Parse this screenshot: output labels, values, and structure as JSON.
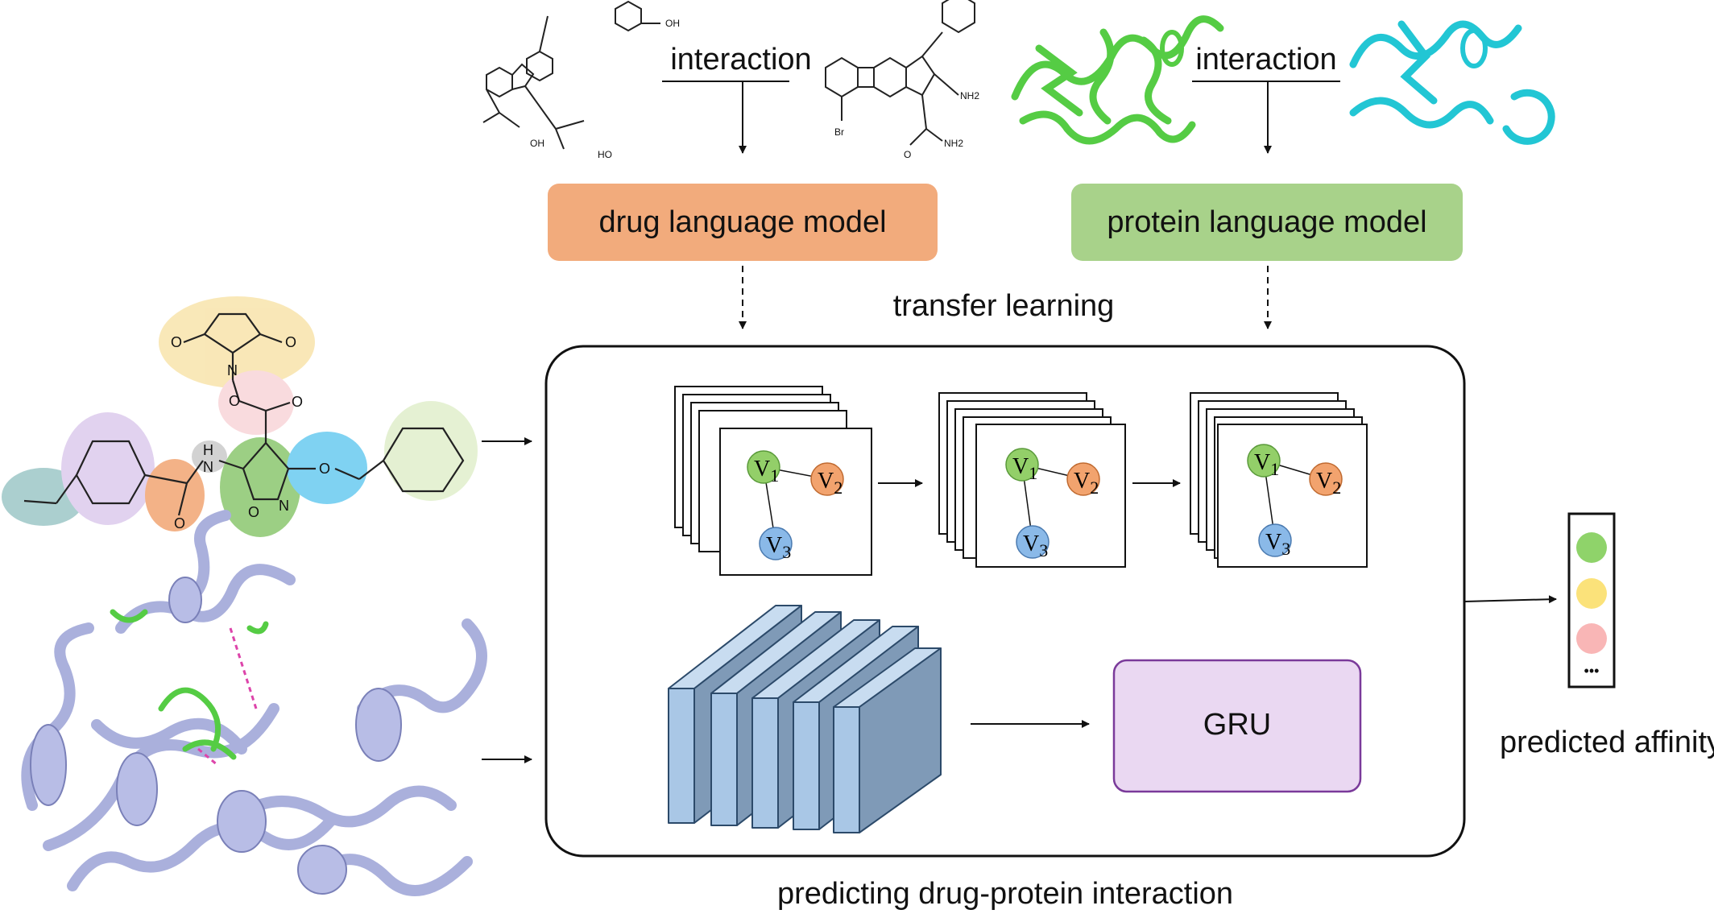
{
  "top": {
    "drug_interaction_label": "interaction",
    "protein_interaction_label": "interaction",
    "drug1_atoms": {
      "oh1": "OH",
      "oh2": "OH",
      "oh3": "HO"
    },
    "drug2_atoms": {
      "nh2a": "NH2",
      "nh2b": "NH2",
      "br": "Br",
      "o": "O"
    }
  },
  "models": {
    "drug": "drug language model",
    "protein": "protein language model"
  },
  "transfer_label": "transfer learning",
  "molecule_atoms": {
    "o1": "O",
    "o2": "O",
    "n1": "N",
    "o3": "O",
    "o4": "O",
    "h": "H",
    "n2": "N",
    "o5": "O",
    "n3": "N",
    "o6": "O",
    "o7": "O"
  },
  "graph": {
    "node_letter": "V",
    "node1_sub": "1",
    "node2_sub": "2",
    "node3_sub": "3"
  },
  "gru_label": "GRU",
  "output": {
    "ellipsis": "•••",
    "label": "predicted affinity",
    "colors": [
      "#8fd36a",
      "#fbe27a",
      "#f9b6b6"
    ]
  },
  "bottom_label": "predicting drug-protein interaction",
  "colors": {
    "drug_model": "#f2ab7c",
    "protein_model": "#a8d28a",
    "gru_fill": "#ead8f2",
    "gru_border": "#7a3a9a",
    "node1": "#93cf69",
    "node2": "#f2a36e",
    "node3": "#8ab9e8",
    "cnn": "#a9c7e6",
    "protein_ribbon": "#aab0dc",
    "protein_green": "#55cc44",
    "protein_cyan": "#22c6d4"
  }
}
